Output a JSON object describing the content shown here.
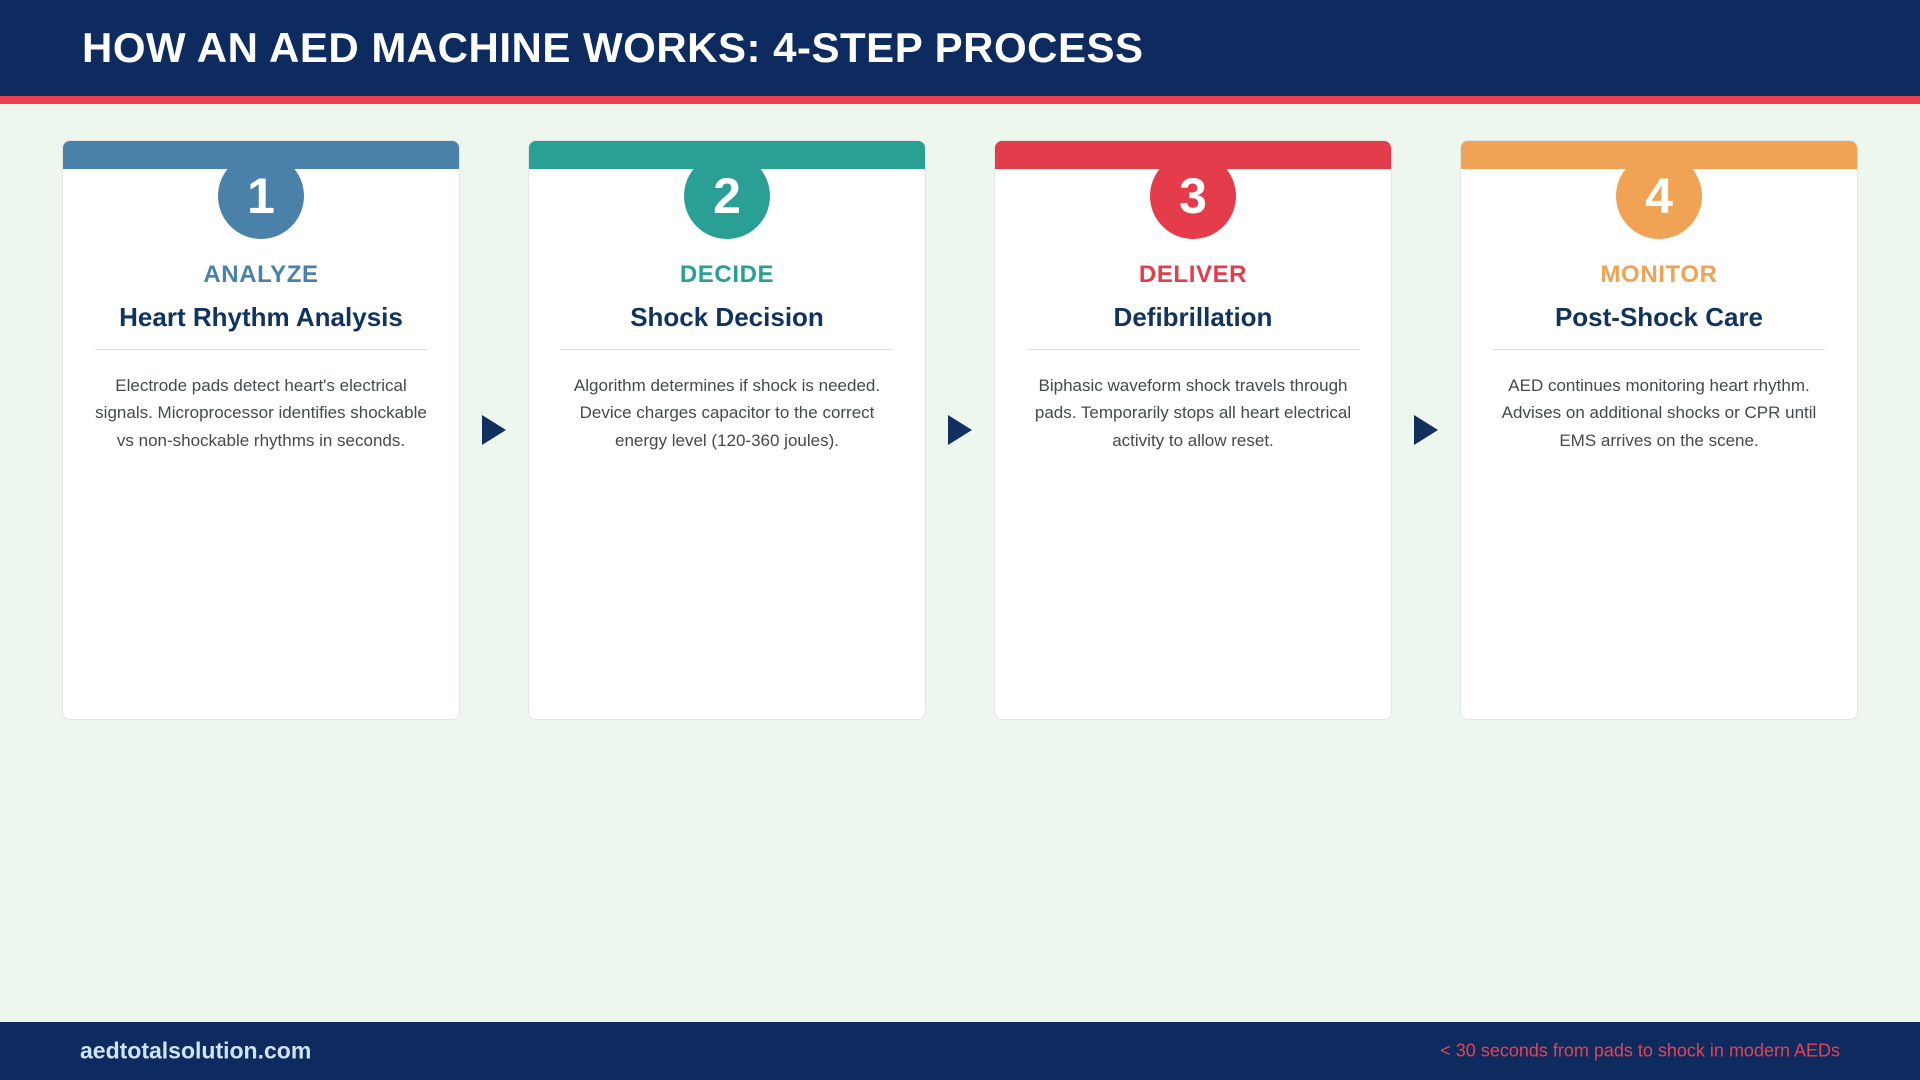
{
  "header": {
    "title": "HOW AN AED MACHINE WORKS: 4-STEP PROCESS",
    "bg_color": "#0d2b5e",
    "accent_color": "#e8414f"
  },
  "page": {
    "background_color": "#eef7ee"
  },
  "arrow_glyph": "▶",
  "steps": [
    {
      "number": "1",
      "kicker": "ANALYZE",
      "title": "Heart Rhythm Analysis",
      "body": "Electrode pads detect heart's electrical signals. Microprocessor identifies shockable vs non-shockable rhythms in seconds.",
      "color": "#4a81a8"
    },
    {
      "number": "2",
      "kicker": "DECIDE",
      "title": "Shock Decision",
      "body": "Algorithm determines if shock is needed. Device charges capacitor to the correct energy level (120-360 joules).",
      "color": "#2aa094"
    },
    {
      "number": "3",
      "kicker": "DELIVER",
      "title": "Defibrillation",
      "body": "Biphasic waveform shock travels through pads. Temporarily stops all heart electrical activity to allow reset.",
      "color": "#e53c4c"
    },
    {
      "number": "4",
      "kicker": "MONITOR",
      "title": "Post-Shock Care",
      "body": "AED continues monitoring heart rhythm. Advises on additional shocks or CPR until EMS arrives on the scene.",
      "color": "#f0a355"
    }
  ],
  "footer": {
    "brand": "aedtotalsolution.com",
    "note": "< 30 seconds from pads to shock in modern AEDs",
    "bg_color": "#0d2b5e",
    "brand_color": "#cfe4f2",
    "note_color": "#e8414f"
  }
}
